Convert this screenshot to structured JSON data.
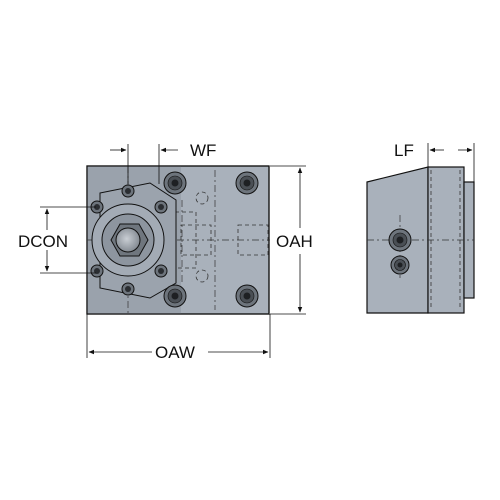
{
  "dimensions": {
    "wf": "WF",
    "lf": "LF",
    "dcon": "DCON",
    "oah": "OAH",
    "oaw": "OAW"
  },
  "colors": {
    "body": "#a9b1bb",
    "body_dark": "#8a929c",
    "outline": "#111111",
    "hole": "#2a2d31",
    "hole_ring": "#6d747c",
    "dim_line": "#111111"
  }
}
